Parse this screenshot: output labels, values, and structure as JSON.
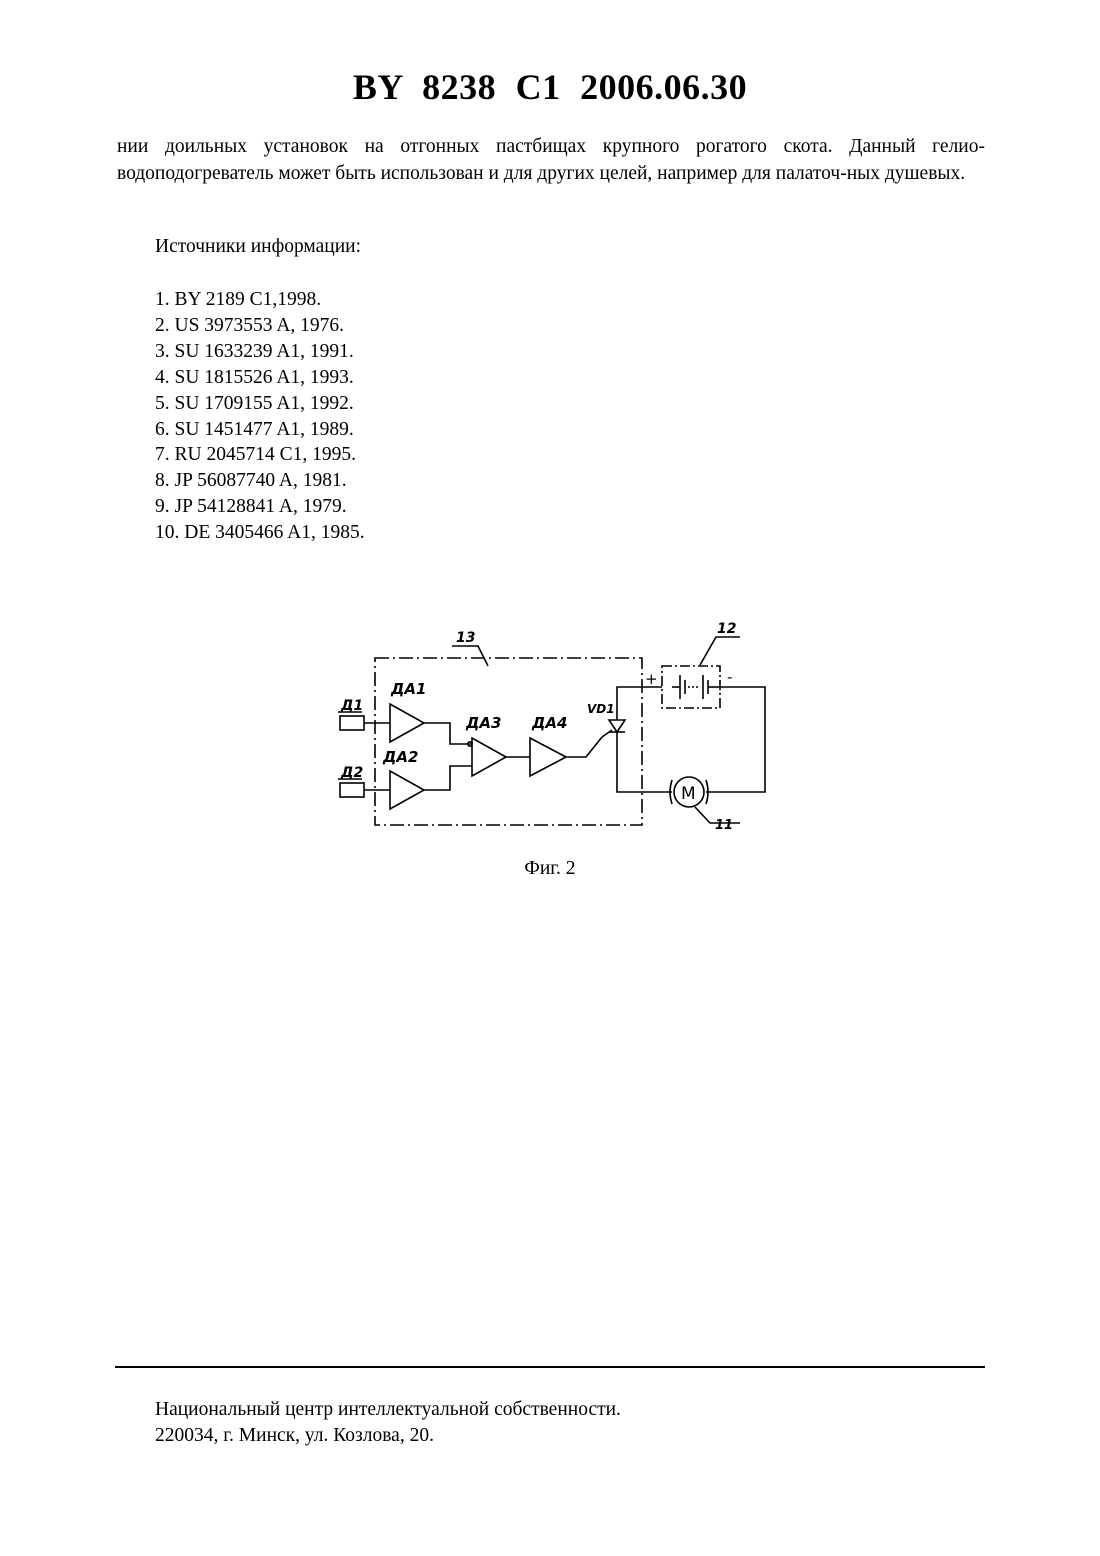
{
  "header": {
    "title": "BY  8238  C1  2006.06.30"
  },
  "body": {
    "paragraph": "нии доильных установок на отгонных пастбищах крупного рогатого скота. Данный гелио-водоподогреватель может быть использован и для других целей, например для палаточ-ных душевых."
  },
  "sources": {
    "heading": "Источники информации:",
    "items": [
      "1. BY 2189 C1,1998.",
      "2. US 3973553 A, 1976.",
      "3. SU 1633239 A1, 1991.",
      "4. SU 1815526 A1, 1993.",
      "5. SU 1709155 A1, 1992.",
      "6. SU 1451477 A1, 1989.",
      "7. RU 2045714 C1, 1995.",
      "8. JP 56087740 A, 1981.",
      "9. JP 54128841 A, 1979.",
      "10. DE 3405466 A1, 1985."
    ]
  },
  "figure": {
    "labels": {
      "block": "13",
      "battery": "12",
      "motor_ref": "11",
      "sensor1": "Д1",
      "sensor2": "Д2",
      "amp1": "ДА1",
      "amp2": "ДА2",
      "amp3": "ДА3",
      "amp4": "ДА4",
      "diode": "VD1",
      "plus": "+",
      "minus": "-",
      "motor": "M"
    },
    "caption": "Фиг. 2"
  },
  "footer": {
    "line1": "Национальный центр интеллектуальной собственности.",
    "line2": "220034, г. Минск, ул. Козлова, 20."
  }
}
